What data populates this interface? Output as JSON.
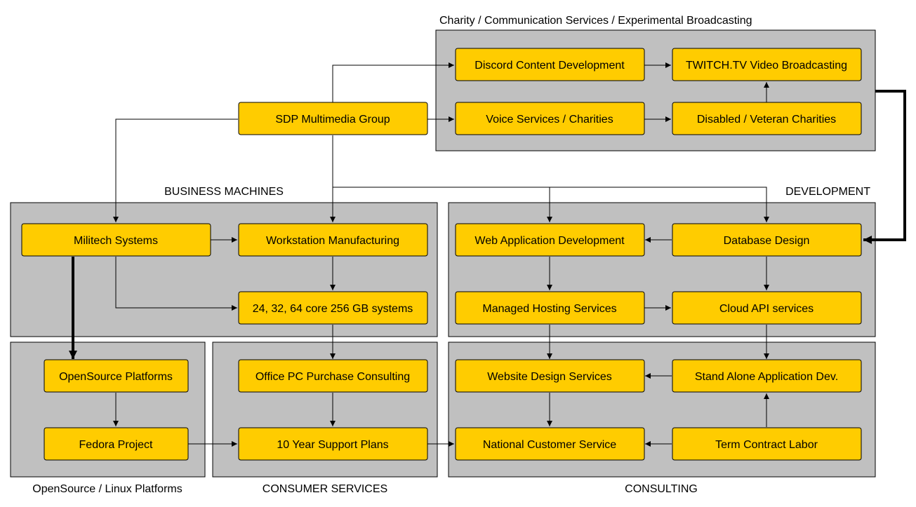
{
  "groups": {
    "charity": "Charity / Communication Services / Experimental Broadcasting",
    "business": "BUSINESS MACHINES",
    "development": "DEVELOPMENT",
    "opensource": "OpenSource / Linux Platforms",
    "consumer": "CONSUMER SERVICES",
    "consulting": "CONSULTING"
  },
  "nodes": {
    "sdp": "SDP Multimedia Group",
    "discord": "Discord Content Development",
    "twitch": "TWITCH.TV Video Broadcasting",
    "voice": "Voice Services / Charities",
    "disabled": "Disabled / Veteran Charities",
    "militech": "Militech Systems",
    "workstation": "Workstation Manufacturing",
    "cores": "24, 32, 64 core 256 GB systems",
    "webapp": "Web Application Development",
    "database": "Database Design",
    "hosting": "Managed Hosting Services",
    "cloud": "Cloud API services",
    "opensource_platforms": "OpenSource Platforms",
    "fedora": "Fedora Project",
    "office_pc": "Office PC Purchase Consulting",
    "support": "10 Year Support Plans",
    "website": "Website Design Services",
    "standalone": "Stand Alone Application Dev.",
    "national": "National Customer Service",
    "term": "Term Contract Labor"
  },
  "colors": {
    "node_fill": "#ffcc00",
    "panel_fill": "#c0c0c0",
    "line": "#000000"
  }
}
